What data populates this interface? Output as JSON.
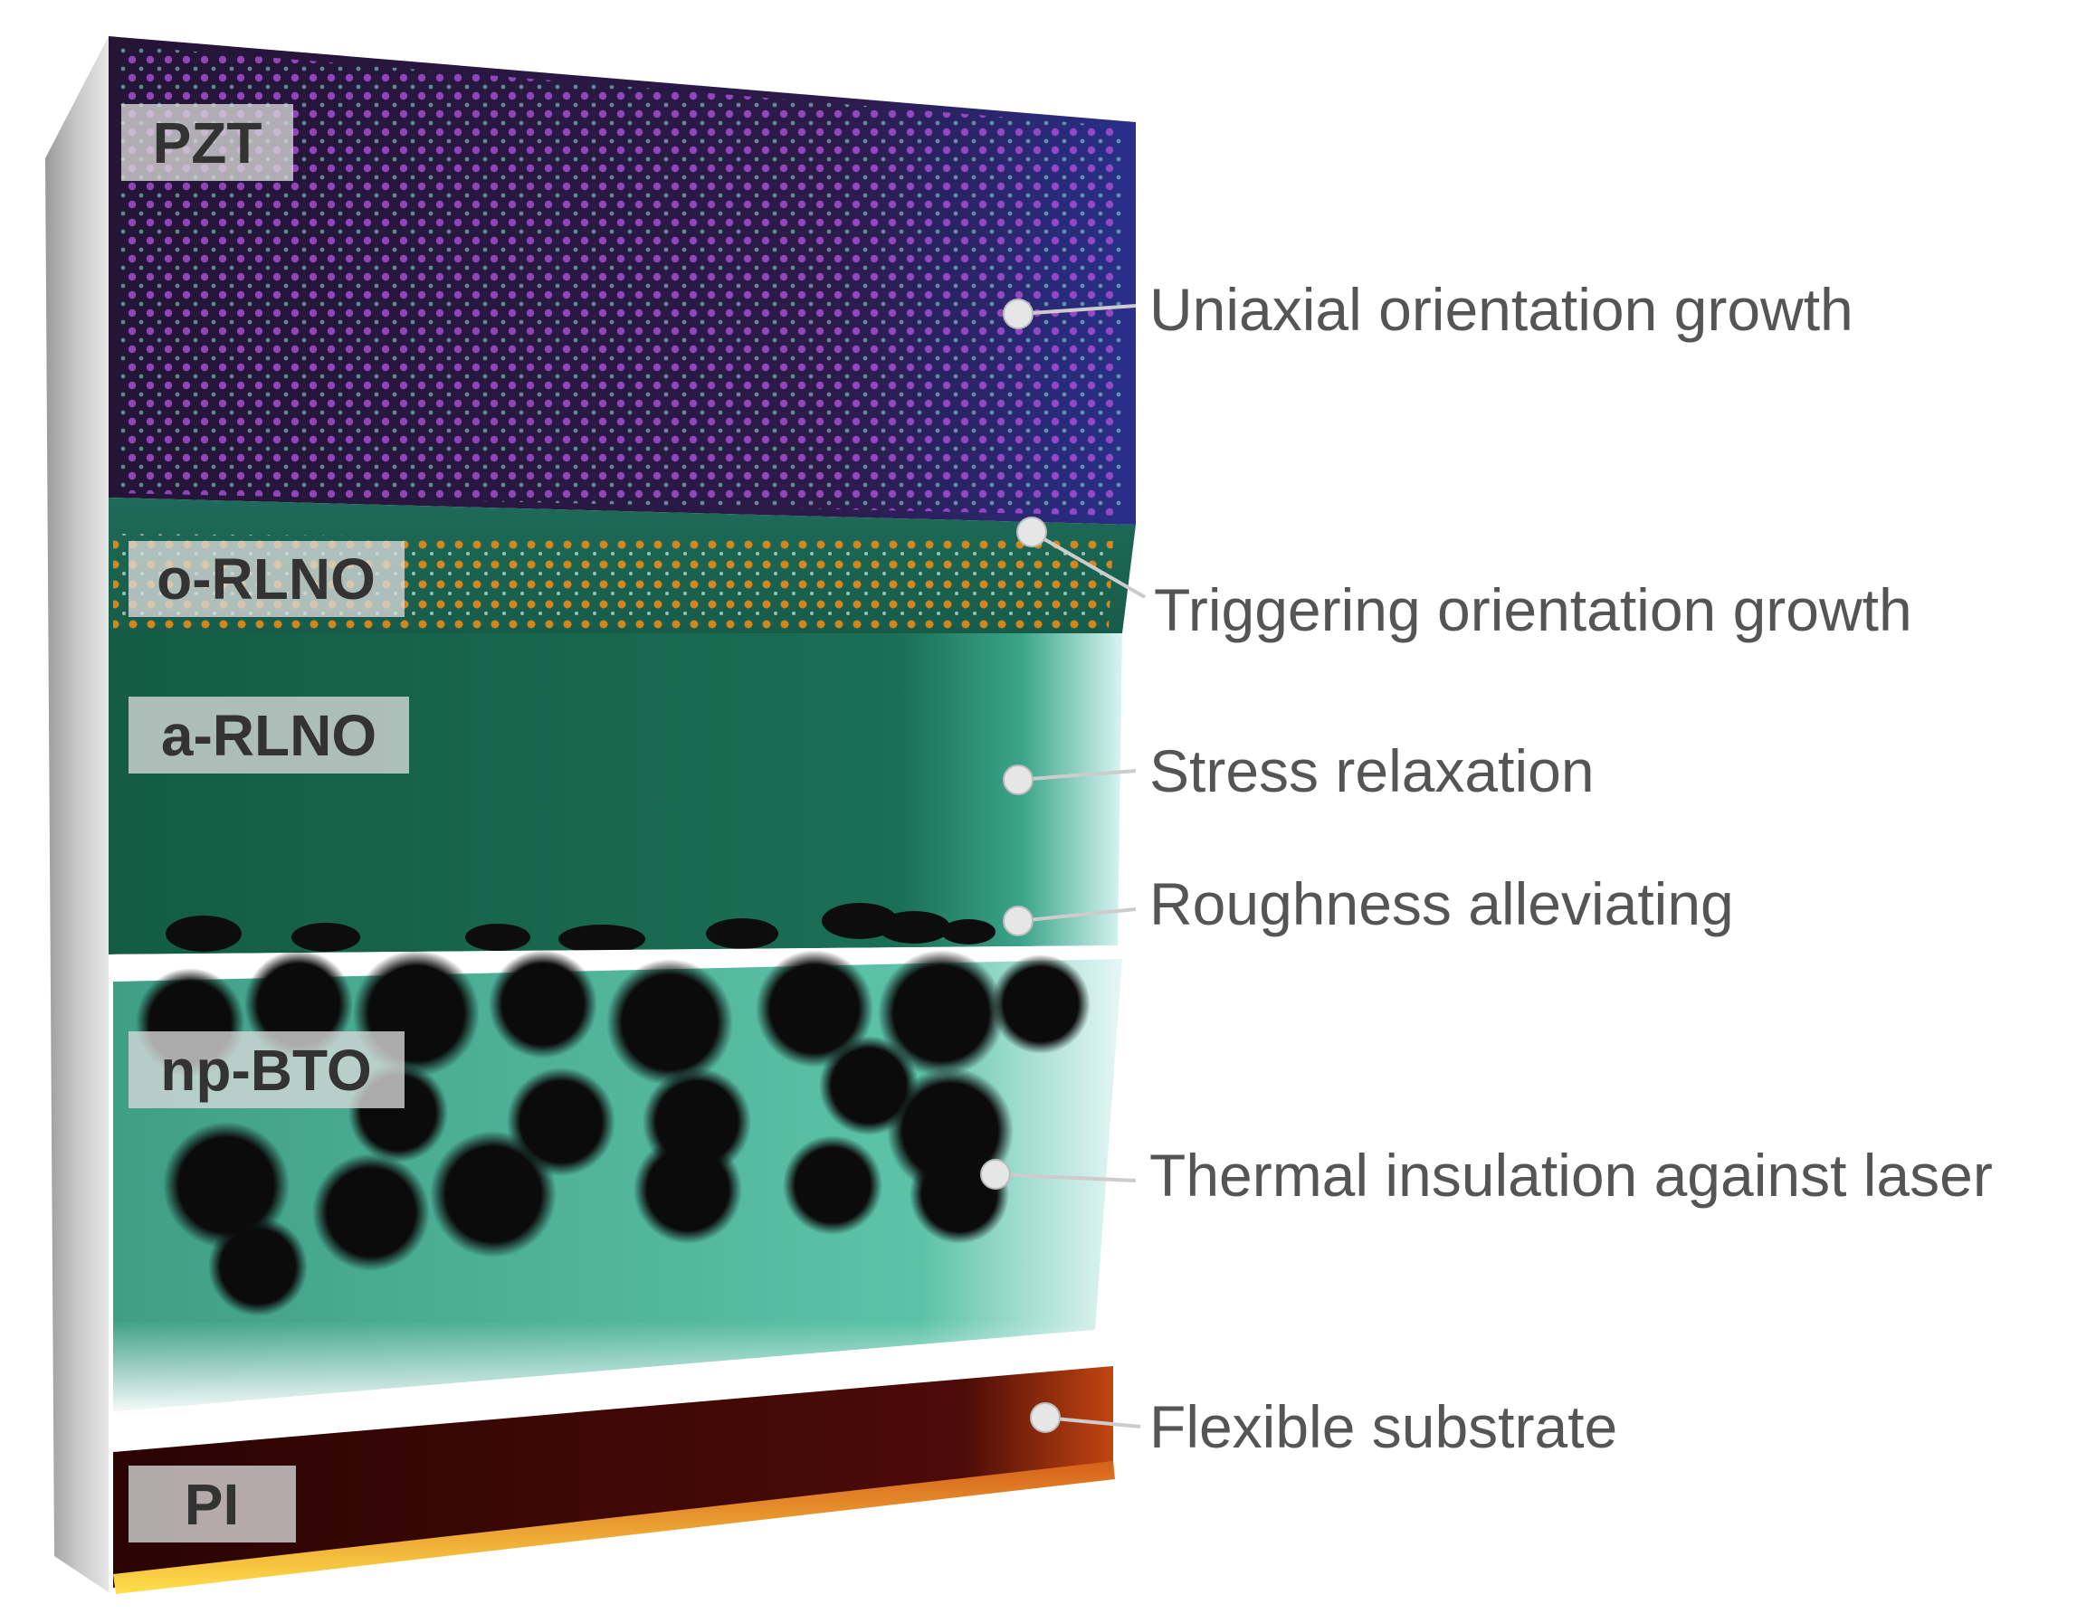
{
  "layers": [
    {
      "name": "PZT",
      "color": "#3a2060"
    },
    {
      "name": "o-RLNO",
      "color": "#1f7a63"
    },
    {
      "name": "a-RLNO",
      "color": "#1b6e52"
    },
    {
      "name": "np-BTO",
      "color": "#5fc1a6"
    },
    {
      "name": "PI",
      "color": "#4a0a08"
    }
  ],
  "callouts": [
    {
      "text": "Uniaxial orientation growth"
    },
    {
      "text": "Triggering orientation growth"
    },
    {
      "text": "Stress relaxation"
    },
    {
      "text": "Roughness alleviating"
    },
    {
      "text": "Thermal insulation against laser"
    },
    {
      "text": "Flexible substrate"
    }
  ]
}
